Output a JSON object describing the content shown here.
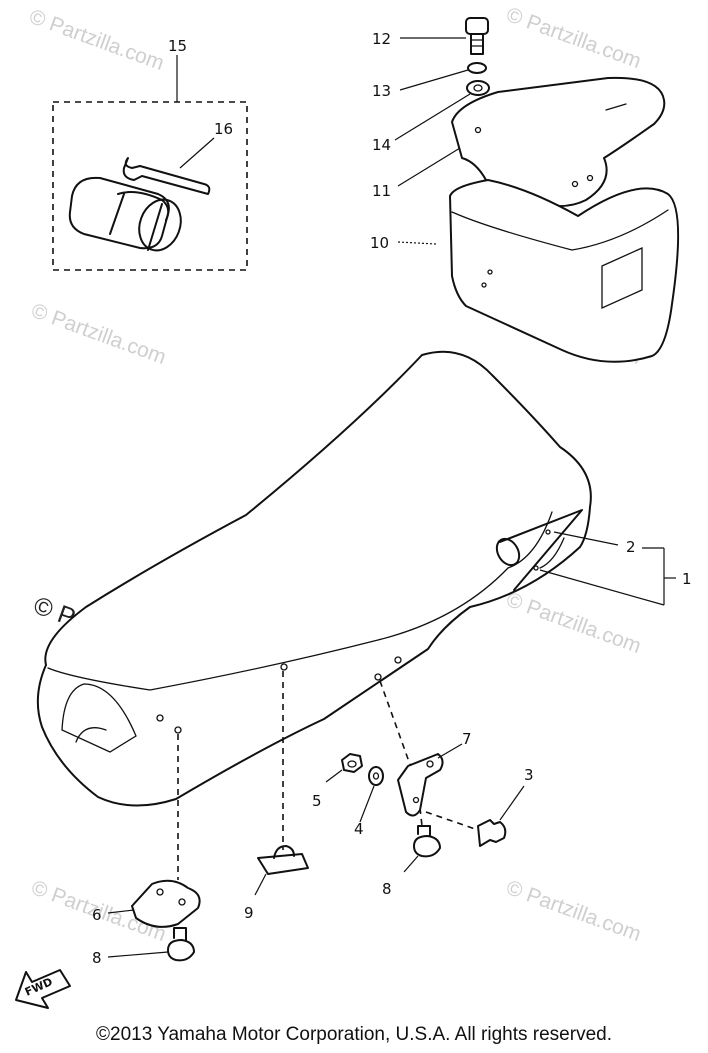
{
  "diagram": {
    "watermark": "© Partzilla.com",
    "fwd_label": "FWD",
    "callouts": {
      "c1": "1",
      "c2": "2",
      "c3": "3",
      "c4": "4",
      "c5": "5",
      "c6": "6",
      "c7": "7",
      "c8a": "8",
      "c8b": "8",
      "c9": "9",
      "c10": "10",
      "c11": "11",
      "c12": "12",
      "c13": "13",
      "c14": "14",
      "c15": "15",
      "c16": "16"
    }
  },
  "footer": {
    "copyright": "©2013  Yamaha Motor Corporation, U.S.A. All rights reserved."
  }
}
